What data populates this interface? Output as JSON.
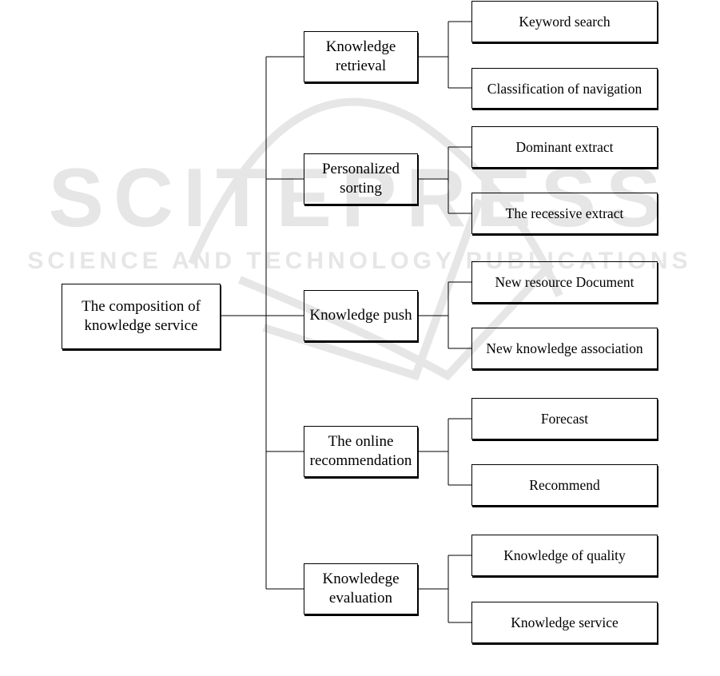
{
  "watermark": {
    "title": "SCITEPRESS",
    "subtitle": "SCIENCE AND TECHNOLOGY PUBLICATIONS",
    "color": "#e6e6e6"
  },
  "diagram": {
    "root": {
      "line1": "The composition of",
      "line2": "knowledge service"
    },
    "categories": [
      {
        "line1": "Knowledge",
        "line2": "retrieval",
        "leaves": [
          "Keyword search",
          "Classification of navigation"
        ]
      },
      {
        "line1": "Personalized",
        "line2": "sorting",
        "leaves": [
          "Dominant extract",
          "The recessive extract"
        ]
      },
      {
        "line1": "Knowledge push",
        "line2": "",
        "leaves": [
          "New resource Document",
          "New knowledge association"
        ]
      },
      {
        "line1": "The online",
        "line2": "recommendation",
        "leaves": [
          "Forecast",
          "Recommend"
        ]
      },
      {
        "line1": "Knowledege",
        "line2": "evaluation",
        "leaves": [
          "Knowledge of quality",
          "Knowledge service"
        ]
      }
    ]
  }
}
